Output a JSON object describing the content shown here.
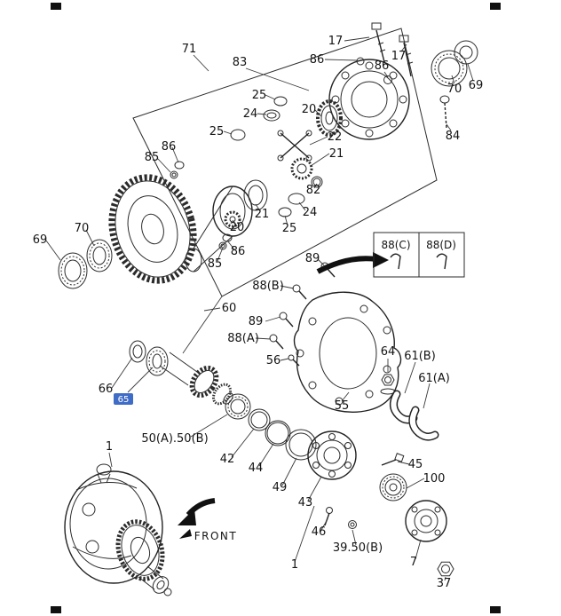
{
  "title": "Differential exploded parts diagram",
  "highlight": {
    "bg": "#3f6cc6",
    "fg": "#ffffff"
  },
  "labels": {
    "n17a": "17",
    "n86a": "86",
    "n71": "71",
    "n83": "83",
    "n17b": "17",
    "n86b": "86",
    "n70a": "70",
    "n69a": "69",
    "n84": "84",
    "n25a": "25",
    "n24a": "24",
    "n20a": "20",
    "n25b": "25",
    "n22": "22",
    "n21a": "21",
    "n82": "82",
    "n21b": "21",
    "n24b": "24",
    "n25c": "25",
    "n20b": "20",
    "n86c": "86",
    "n85b": "85",
    "n86d": "86",
    "n85a": "85",
    "n70b": "70",
    "n69b": "69",
    "n60": "60",
    "n89a": "89",
    "n88b": "88(B)",
    "n89b": "89",
    "n88a": "88(A)",
    "n56": "56",
    "n55": "55",
    "n88c": "88(C)",
    "n88d": "88(D)",
    "n64": "64",
    "n61b": "61(B)",
    "n61a": "61(A)",
    "n66": "66",
    "n65": "65",
    "n50ab": "50(A).50(B)",
    "n42": "42",
    "n44": "44",
    "n49": "49",
    "n43": "43",
    "n45": "45",
    "n100": "100",
    "n46": "46",
    "n39": "39.50(B)",
    "n7": "7",
    "n37": "37",
    "n1a": "1",
    "n1b": "1",
    "front": "FRONT"
  }
}
